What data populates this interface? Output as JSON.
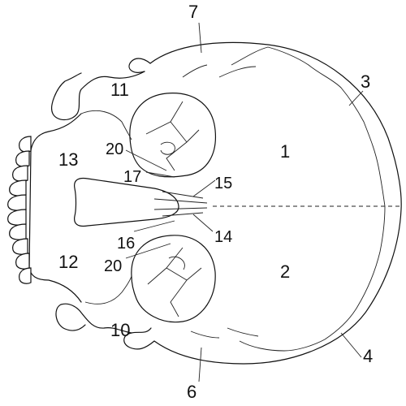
{
  "labels": {
    "l1": "1",
    "l2": "2",
    "l3": "3",
    "l4": "4",
    "l6": "6",
    "l7": "7",
    "l10": "10",
    "l11": "11",
    "l12": "12",
    "l13": "13",
    "l14": "14",
    "l15": "15",
    "l16": "16",
    "l17": "17",
    "l20a": "20",
    "l20b": "20"
  }
}
